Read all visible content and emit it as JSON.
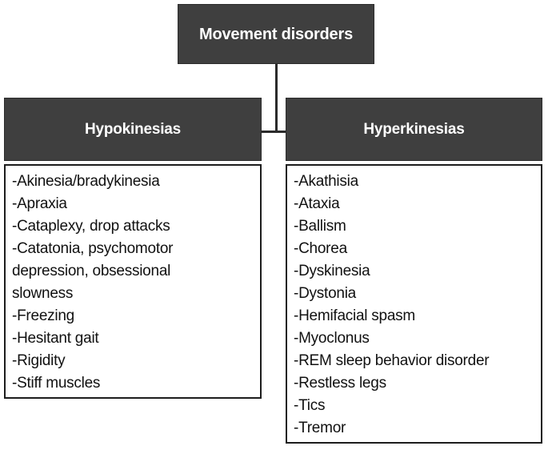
{
  "diagram": {
    "type": "hierarchy-tree",
    "root": {
      "label": "Movement disorders"
    },
    "branches": [
      {
        "id": "hypokinesias",
        "header": "Hypokinesias",
        "items": [
          "-Akinesia/bradykinesia",
          "-Apraxia",
          "-Cataplexy, drop attacks",
          "-Catatonia, psychomotor\ndepression, obsessional\nslowness",
          "-Freezing",
          "-Hesitant gait",
          "-Rigidity",
          "-Stiff muscles"
        ]
      },
      {
        "id": "hyperkinesias",
        "header": "Hyperkinesias",
        "items": [
          "-Akathisia",
          "-Ataxia",
          "-Ballism",
          "-Chorea",
          "-Dyskinesia",
          "-Dystonia",
          "-Hemifacial spasm",
          "-Myoclonus",
          "-REM sleep behavior disorder",
          "-Restless legs",
          "-Tics",
          "-Tremor"
        ]
      }
    ],
    "colors": {
      "header_fill": "#3F3F3F",
      "header_text": "#FFFFFF",
      "body_fill": "#FFFFFF",
      "body_text": "#111111",
      "border": "#1D1D1D",
      "connector": "#2B2B2B"
    }
  }
}
